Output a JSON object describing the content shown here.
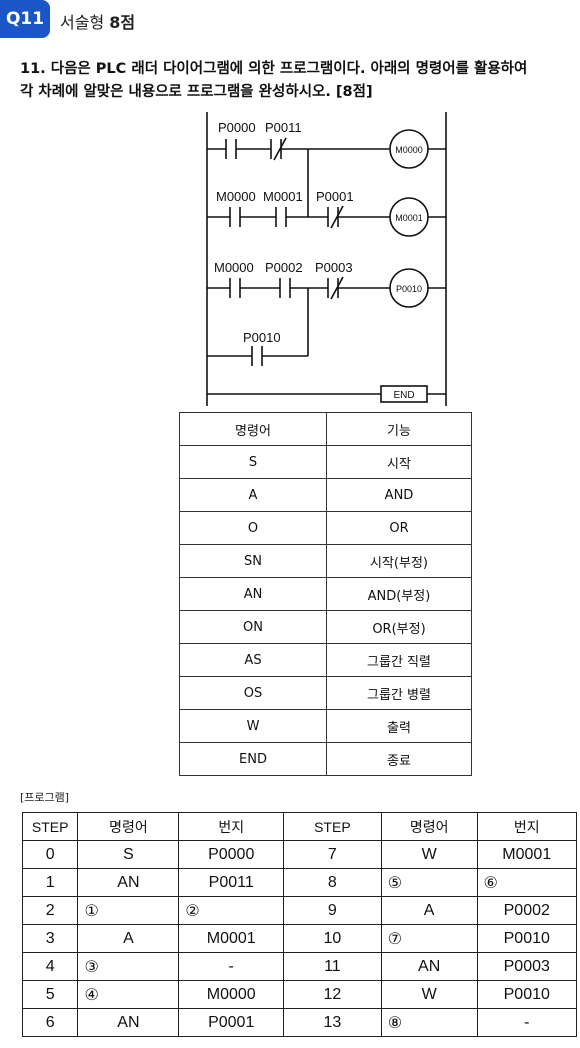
{
  "header": {
    "badge": "Q11",
    "label_prefix": "서술형 ",
    "label_points": "8점"
  },
  "question": {
    "line1": "11. 다음은 PLC 래더 다이어그램에 의한 프로그램이다. 아래의 명령어를 활용하여",
    "line2": "각 차례에 알맞은 내용으로 프로그램을 완성하시오. [8점]"
  },
  "ladder": {
    "rung1": {
      "contacts": [
        "P0000",
        "P0011"
      ],
      "coil": "M0000"
    },
    "rung2": {
      "contacts": [
        "M0000",
        "M0001",
        "P0001"
      ],
      "coil": "M0001"
    },
    "rung3": {
      "contacts": [
        "M0000",
        "P0002",
        "P0003"
      ],
      "branch": "P0010",
      "coil": "P0010"
    },
    "end_label": "END"
  },
  "instruction_table": {
    "headers": [
      "명령어",
      "기능"
    ],
    "rows": [
      [
        "S",
        "시작"
      ],
      [
        "A",
        "AND"
      ],
      [
        "O",
        "OR"
      ],
      [
        "SN",
        "시작(부정)"
      ],
      [
        "AN",
        "AND(부정)"
      ],
      [
        "ON",
        "OR(부정)"
      ],
      [
        "AS",
        "그룹간 직렬"
      ],
      [
        "OS",
        "그룹간 병렬"
      ],
      [
        "W",
        "출력"
      ],
      [
        "END",
        "종료"
      ]
    ]
  },
  "program": {
    "label": "[프로그램]",
    "headers": [
      "STEP",
      "명령어",
      "번지",
      "STEP",
      "명령어",
      "번지"
    ],
    "rows": [
      [
        "0",
        "S",
        "P0000",
        "7",
        "W",
        "M0001"
      ],
      [
        "1",
        "AN",
        "P0011",
        "8",
        "⑤",
        "⑥"
      ],
      [
        "2",
        "①",
        "②",
        "9",
        "A",
        "P0002"
      ],
      [
        "3",
        "A",
        "M0001",
        "10",
        "⑦",
        "P0010"
      ],
      [
        "4",
        "③",
        "-",
        "11",
        "AN",
        "P0003"
      ],
      [
        "5",
        "④",
        "M0000",
        "12",
        "W",
        "P0010"
      ],
      [
        "6",
        "AN",
        "P0001",
        "13",
        "⑧",
        "-"
      ]
    ]
  }
}
